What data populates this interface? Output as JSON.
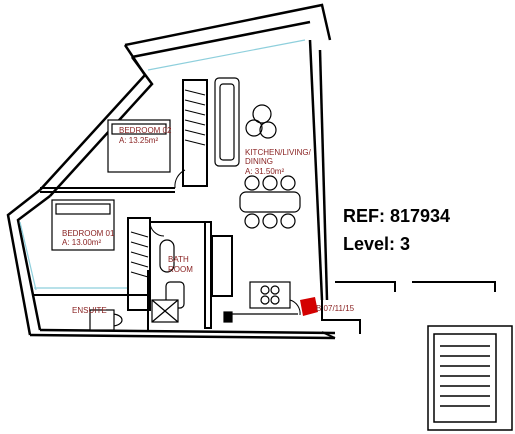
{
  "plan": {
    "rooms": [
      {
        "id": "bedroom-02",
        "name": "BEDROOM 02",
        "area": "A: 13.25m²"
      },
      {
        "id": "kitchen",
        "name_lines": [
          "KITCHEN/LIVING/",
          "DINING"
        ],
        "area": "A: 31.50m²"
      },
      {
        "id": "bedroom-01",
        "name": "BEDROOM 01",
        "area": "A: 13.00m²"
      },
      {
        "id": "bathroom",
        "name_lines": [
          "BATH",
          "ROOM"
        ]
      },
      {
        "id": "ensuite",
        "name": "ENSUITE"
      }
    ],
    "entry_marker": {
      "label": "B 07/11/15"
    }
  },
  "reference": {
    "ref_line": "REF: 817934",
    "level_line": "Level: 3"
  },
  "colors": {
    "wall": "#000000",
    "glazing": "#8ecfdc",
    "label": "#8a2323",
    "marker": "#d40000"
  }
}
